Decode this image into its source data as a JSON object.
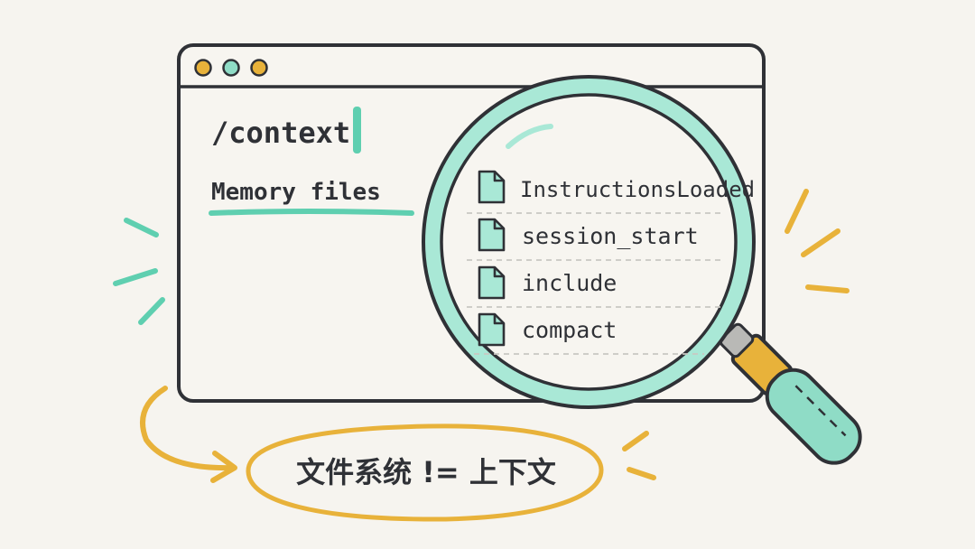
{
  "window": {
    "command": "/context",
    "section_label": "Memory files",
    "controls": [
      "dot-orange",
      "dot-teal",
      "dot-orange"
    ]
  },
  "magnifier": {
    "files": [
      {
        "name": "InstructionsLoaded",
        "icon": "file-icon"
      },
      {
        "name": "session_start",
        "icon": "file-icon"
      },
      {
        "name": "include",
        "icon": "file-icon"
      },
      {
        "name": "compact",
        "icon": "file-icon"
      }
    ]
  },
  "caption": {
    "text": "文件系统 != 上下文"
  },
  "colors": {
    "background": "#f6f4ef",
    "ink": "#2f3136",
    "teal": "#5fcfb0",
    "lens": "#a9e8d6",
    "orange": "#e8b23a",
    "window_fill": "#f7f5f0"
  }
}
